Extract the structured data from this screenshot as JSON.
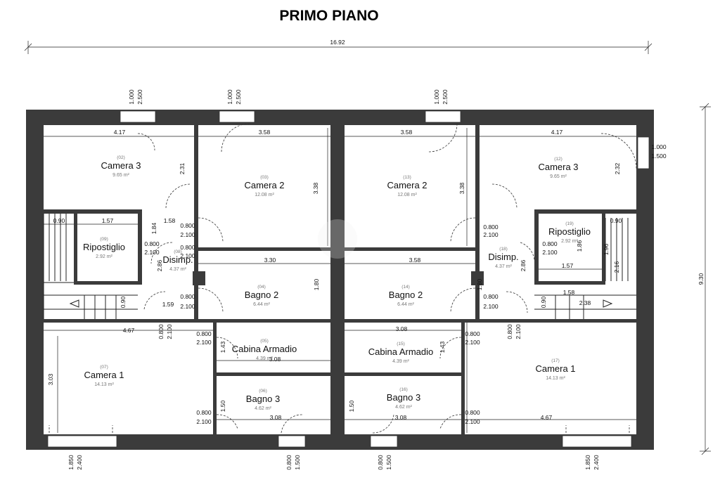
{
  "title": "PRIMO PIANO",
  "overall": {
    "width": "16.92",
    "height": "9.30"
  },
  "rooms": [
    {
      "id": "camera3-left",
      "label": "Camera 3",
      "num": "(02)",
      "area": "9.65 m²"
    },
    {
      "id": "camera2-left",
      "label": "Camera 2",
      "num": "(03)",
      "area": "12.08 m²"
    },
    {
      "id": "camera2-right",
      "label": "Camera 2",
      "num": "(13)",
      "area": "12.08 m²"
    },
    {
      "id": "camera3-right",
      "label": "Camera 3",
      "num": "(12)",
      "area": "9.65 m²"
    },
    {
      "id": "ripostiglio-left",
      "label": "Ripostiglio",
      "num": "(09)",
      "area": "2.92 m²"
    },
    {
      "id": "disimp-left",
      "label": "Disimp.",
      "num": "(08)",
      "area": "4.37 m²"
    },
    {
      "id": "bagno2-left",
      "label": "Bagno 2",
      "num": "(04)",
      "area": "6.44 m²"
    },
    {
      "id": "bagno2-right",
      "label": "Bagno 2",
      "num": "(14)",
      "area": "6.44 m²"
    },
    {
      "id": "disimp-right",
      "label": "Disimp.",
      "num": "(18)",
      "area": "4.37 m²"
    },
    {
      "id": "ripostiglio-right",
      "label": "Ripostiglio",
      "num": "(19)",
      "area": "2.92 m²"
    },
    {
      "id": "cabina-left",
      "label": "Cabina Armadio",
      "num": "(05)",
      "area": "4.39 m²"
    },
    {
      "id": "cabina-right",
      "label": "Cabina Armadio",
      "num": "(15)",
      "area": "4.39 m²"
    },
    {
      "id": "camera1-left",
      "label": "Camera 1",
      "num": "(07)",
      "area": "14.13 m²"
    },
    {
      "id": "camera1-right",
      "label": "Camera 1",
      "num": "(17)",
      "area": "14.13 m²"
    },
    {
      "id": "bagno3-left",
      "label": "Bagno 3",
      "num": "(06)",
      "area": "4.62 m²"
    },
    {
      "id": "bagno3-right",
      "label": "Bagno 3",
      "num": "(16)",
      "area": "4.62 m²"
    }
  ],
  "dims": [
    "4.17",
    "3.58",
    "3.58",
    "4.17",
    "2.31",
    "3.38",
    "3.38",
    "2.32",
    "0.90",
    "1.57",
    "1.58",
    "0.800",
    "2.100",
    "0.800",
    "2.100",
    "1.84",
    "0.800",
    "2.100",
    "2.86",
    "3.30",
    "3.58",
    "0.800",
    "2.100",
    "2.86",
    "0.800",
    "2.100",
    "1.86",
    "0.90",
    "1.96",
    "2.16",
    "1.57",
    "0.90",
    "0.800",
    "2.100",
    "1.59",
    "1.80",
    "1.80",
    "0.800",
    "2.100",
    "0.90",
    "1.58",
    "2.38",
    "4.67",
    "0.800",
    "2.100",
    "0.800",
    "2.100",
    "3.08",
    "0.800",
    "2.100",
    "0.800",
    "2.100",
    "1.43",
    "3.08",
    "1.43",
    "3.03",
    "1.50",
    "1.50",
    "0.800",
    "2.100",
    "3.08",
    "3.08",
    "0.800",
    "2.100",
    "4.67"
  ],
  "windows": [
    {
      "a": "1.000",
      "b": "2.500"
    },
    {
      "a": "1.000",
      "b": "2.500"
    },
    {
      "a": "1.000",
      "b": "2.500"
    },
    {
      "a": "1.000",
      "b": "1.500"
    },
    {
      "a": "1.850",
      "b": "2.400"
    },
    {
      "a": "0.800",
      "b": "1.500"
    },
    {
      "a": "0.800",
      "b": "1.500"
    },
    {
      "a": "1.850",
      "b": "2.400"
    }
  ]
}
